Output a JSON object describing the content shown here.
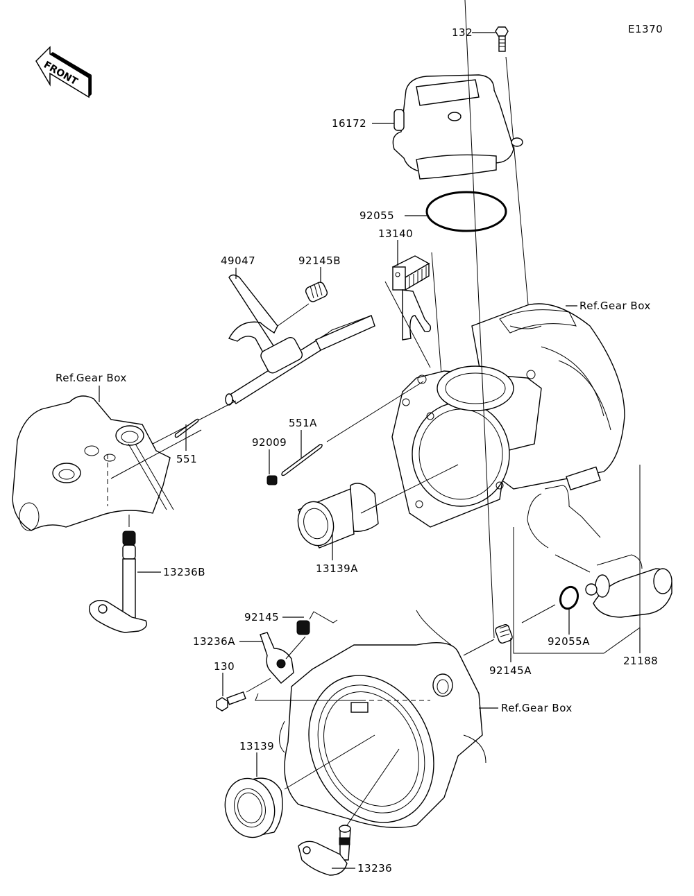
{
  "diagram": {
    "code": "E1370",
    "front_label": "FRONT",
    "callouts": [
      {
        "id": "132",
        "text": "132"
      },
      {
        "id": "16172",
        "text": "16172"
      },
      {
        "id": "92055",
        "text": "92055"
      },
      {
        "id": "13140",
        "text": "13140"
      },
      {
        "id": "49047",
        "text": "49047"
      },
      {
        "id": "92145B",
        "text": "92145B"
      },
      {
        "id": "ref-gear-box-1",
        "text": "Ref.Gear Box"
      },
      {
        "id": "ref-gear-box-2",
        "text": "Ref.Gear Box"
      },
      {
        "id": "551",
        "text": "551"
      },
      {
        "id": "551A",
        "text": "551A"
      },
      {
        "id": "92009",
        "text": "92009"
      },
      {
        "id": "13139A",
        "text": "13139A"
      },
      {
        "id": "13236B",
        "text": "13236B"
      },
      {
        "id": "92145",
        "text": "92145"
      },
      {
        "id": "13236A",
        "text": "13236A"
      },
      {
        "id": "130",
        "text": "130"
      },
      {
        "id": "92145A",
        "text": "92145A"
      },
      {
        "id": "92055A",
        "text": "92055A"
      },
      {
        "id": "21188",
        "text": "21188"
      },
      {
        "id": "ref-gear-box-3",
        "text": "Ref.Gear Box"
      },
      {
        "id": "13139",
        "text": "13139"
      },
      {
        "id": "13236",
        "text": "13236"
      }
    ]
  }
}
